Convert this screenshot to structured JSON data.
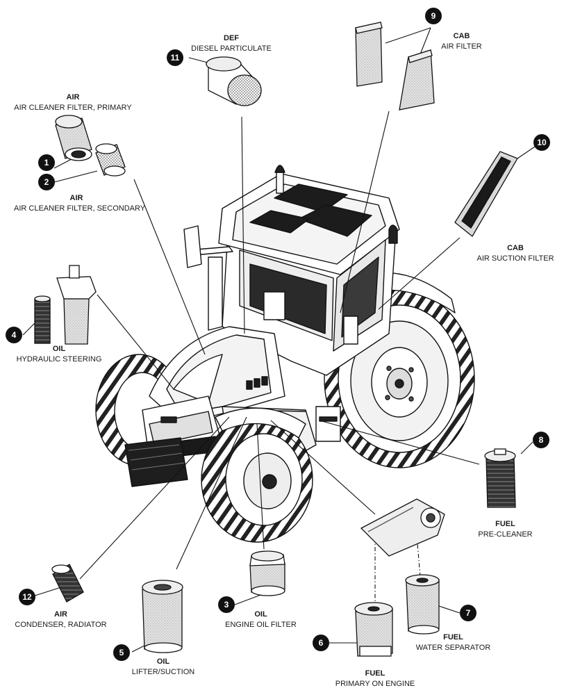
{
  "figure": {
    "callouts": [
      {
        "num": "1",
        "title": "AIR",
        "desc": "AIR CLEANER FILTER, PRIMARY"
      },
      {
        "num": "2",
        "title": "AIR",
        "desc": "AIR CLEANER FILTER, SECONDARY"
      },
      {
        "num": "3",
        "title": "OIL",
        "desc": "ENGINE OIL FILTER"
      },
      {
        "num": "4",
        "title": "OIL",
        "desc": "HYDRAULIC STEERING"
      },
      {
        "num": "5",
        "title": "OIL",
        "desc": "LIFTER/SUCTION"
      },
      {
        "num": "6",
        "title": "FUEL",
        "desc": "PRIMARY ON ENGINE"
      },
      {
        "num": "7",
        "title": "FUEL",
        "desc": "WATER SEPARATOR"
      },
      {
        "num": "8",
        "title": "FUEL",
        "desc": "PRE-CLEANER"
      },
      {
        "num": "9",
        "title": "CAB",
        "desc": "AIR FILTER"
      },
      {
        "num": "10",
        "title": "CAB",
        "desc": "AIR SUCTION FILTER"
      },
      {
        "num": "11",
        "title": "DEF",
        "desc": "DIESEL PARTICULATE"
      },
      {
        "num": "12",
        "title": "AIR",
        "desc": "CONDENSER, RADIATOR"
      }
    ]
  }
}
